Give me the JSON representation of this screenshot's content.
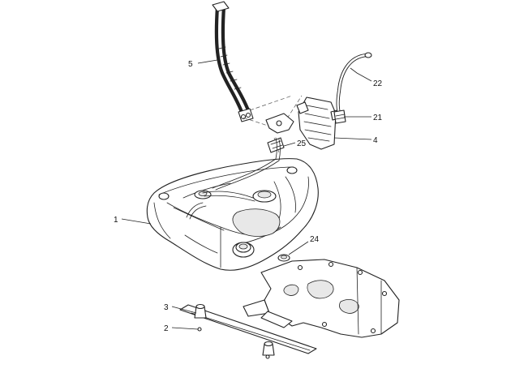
{
  "callouts": {
    "fuel_tank": "1",
    "strap": "2",
    "bumper": "3",
    "fill_neck_hose": "5",
    "hose": "22",
    "fitting": "21",
    "bracket": "4",
    "connector": "25",
    "grommet": "24"
  }
}
